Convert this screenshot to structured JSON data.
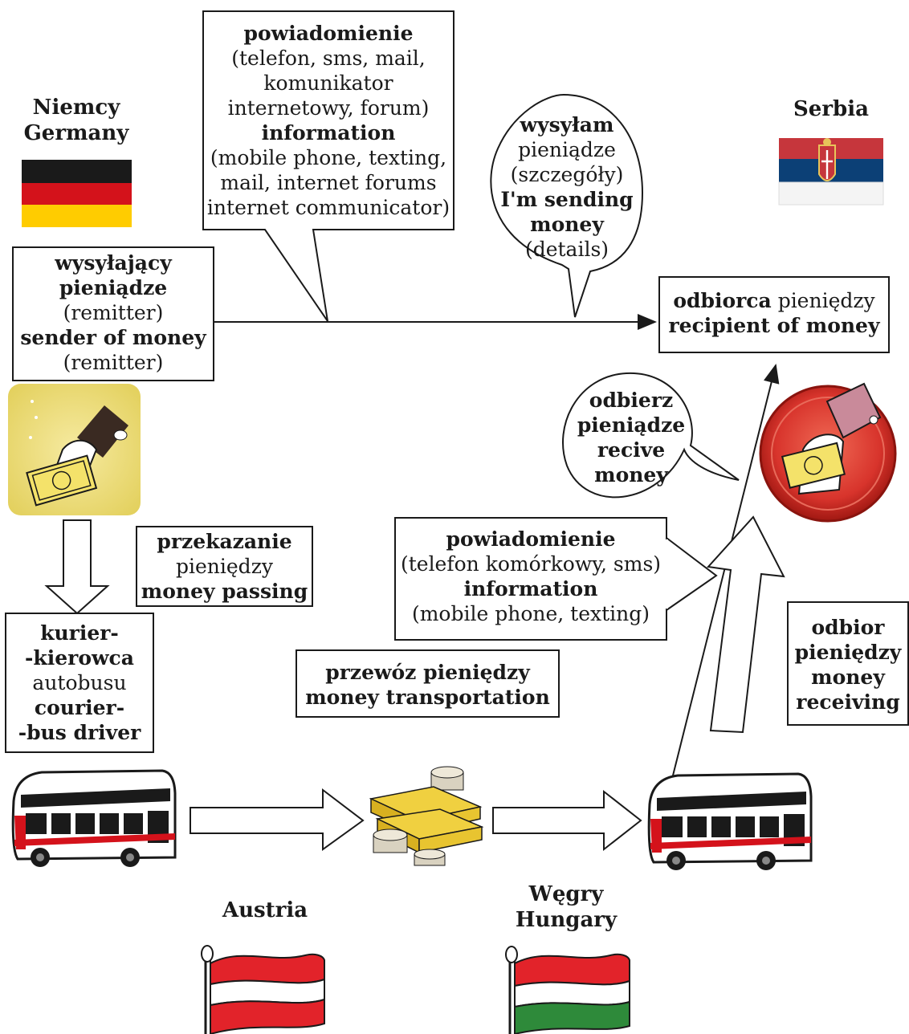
{
  "countries": {
    "germany": {
      "line1": "Niemcy",
      "line2": "Germany"
    },
    "serbia": {
      "name": "Serbia"
    },
    "austria": {
      "name": "Austria"
    },
    "hungary": {
      "line1": "Węgry",
      "line2": "Hungary"
    }
  },
  "bubble_top": {
    "title_pl": "powiadomienie",
    "pl_line1": "(telefon, sms, mail,",
    "pl_line2": "komunikator",
    "pl_line3": "internetowy, forum)",
    "title_en": "information",
    "en_line1": "(mobile phone, texting,",
    "en_line2": "mail, internet forums",
    "en_line3": "internet communicator)"
  },
  "bubble_sending": {
    "line1": "wysyłam",
    "line2": "pieniądze",
    "line3": "(szczegóły)",
    "line4": "I'm sending",
    "line5": "money",
    "line6": "(details)"
  },
  "sender_box": {
    "line1": "wysyłający",
    "line2": "pieniądze",
    "line3": "(remitter)",
    "line4": "sender of money",
    "line5": "(remitter)"
  },
  "recipient_box": {
    "bold_pl": "odbiorca",
    "normal_pl": "pieniędzy",
    "en": "recipient of money"
  },
  "passing_box": {
    "line1": "przekazanie",
    "line2": "pieniędzy",
    "line3": "money passing"
  },
  "courier_box": {
    "line1": "kurier-",
    "line2": "-kierowca",
    "line3": "autobusu",
    "line4": "courier-",
    "line5": "-bus driver"
  },
  "bubble_receive": {
    "line1": "odbierz",
    "line2": "pieniądze",
    "line3": "recive",
    "line4": "money"
  },
  "info_box_2": {
    "title_pl": "powiadomienie",
    "pl": "(telefon komórkowy, sms)",
    "title_en": "information",
    "en": "(mobile phone, texting)"
  },
  "transport_box": {
    "line1": "przewóz pieniędzy",
    "line2": "money transportation"
  },
  "receiving_box": {
    "line1": "odbior",
    "line2": "pieniędzy",
    "line3": "money",
    "line4": "receiving"
  },
  "icons": [
    "hand-giving-money-icon",
    "hand-receiving-money-icon",
    "bus-icon",
    "money-stack-icon"
  ],
  "colors": {
    "german_black": "#1a1a1a",
    "german_red": "#d4121b",
    "german_gold": "#ffcc00",
    "serbia_red": "#c6363c",
    "serbia_blue": "#0c4076",
    "austria_red": "#e2232a",
    "hungary_green": "#2e8a3a",
    "yellow_tile": "#ecdc70",
    "red_disc": "#d8342c"
  }
}
